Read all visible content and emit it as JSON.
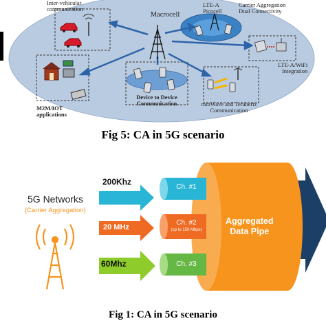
{
  "top": {
    "labels": {
      "inter_vehicular": "Inter-vehicular\ncommunication",
      "macrocell": "Macrocell",
      "lte_a_picocell": "LTE-A\nPicocell",
      "carrier_aggregation": "Carrier Aggregation\nDual Connectivity",
      "lte_wifi": "LTE-A/WiFi\nIntegration",
      "d2d": "Device to Device\nCommunication",
      "mmwave": "mmWave and Terahertz\nCommunication",
      "m2m": "M2M/IOT\napplications"
    },
    "caption": "Fig 5: CA in 5G scenario"
  },
  "bottom": {
    "networks_title": "5G Networks",
    "networks_subtitle": "(Carrier Aggregation)",
    "bands": [
      {
        "label": "200Khz",
        "color": "#29b6d6",
        "channel": "Ch. #1",
        "sub": ""
      },
      {
        "label": "20 MHz",
        "color": "#ef6a22",
        "channel": "Ch. #2",
        "sub": "(up to 150 Mbps)"
      },
      {
        "label": "60Mhz",
        "color": "#8dcc2a",
        "channel": "Ch. #3",
        "sub": ""
      }
    ],
    "pipe_label": "Aggregated\nData Pipe",
    "colors": {
      "pipe": "#f7941d",
      "arrow": "#1b3f66",
      "subtitle": "#f7941d"
    },
    "caption_partial": "Fig 1: CA in 5G scenario"
  }
}
